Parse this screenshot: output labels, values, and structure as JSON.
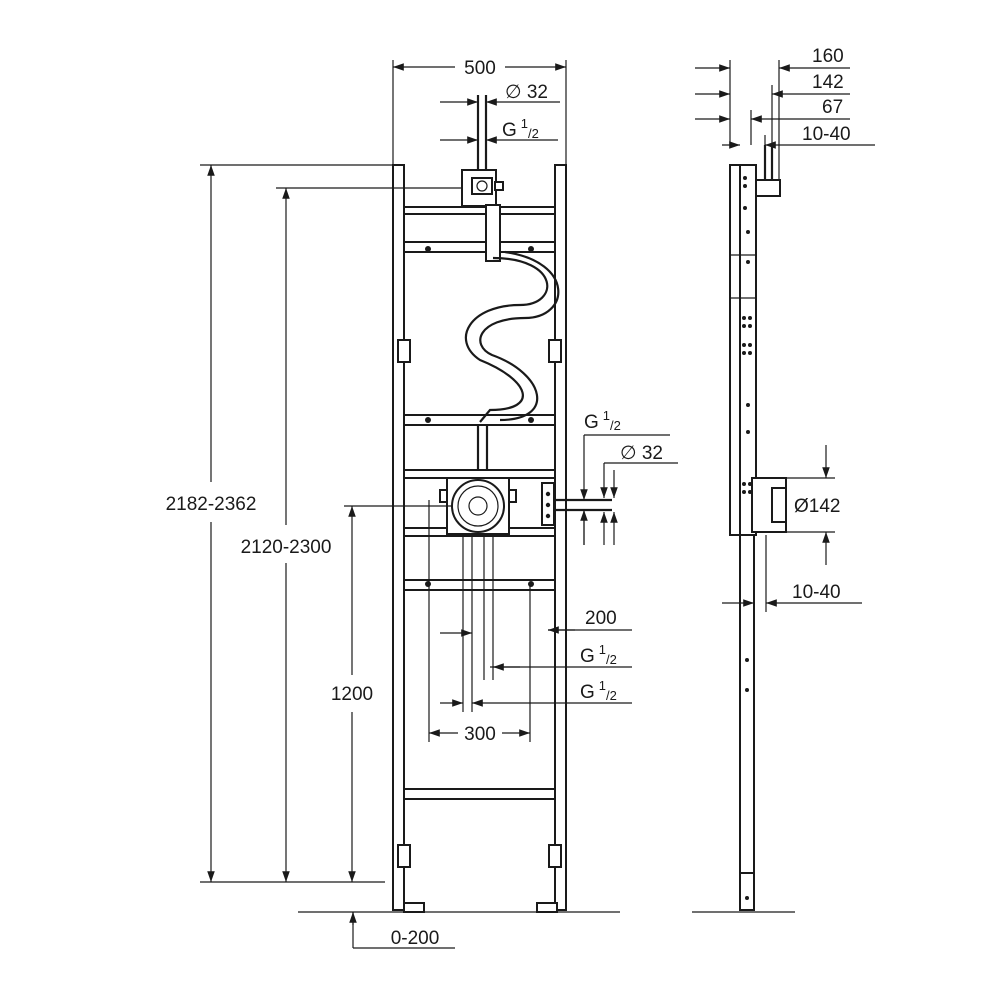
{
  "front": {
    "width_top": "500",
    "pipe_top_diameter": "∅ 32",
    "pipe_top_thread_main": "G",
    "pipe_top_thread_num": "1",
    "pipe_top_thread_den": "/2",
    "height_total": "2182-2362",
    "height_inner": "2120-2300",
    "height_outlet": "1200",
    "floor_adjust": "0-200",
    "side_thread_main": "G",
    "side_thread_num": "1",
    "side_thread_den": "/2",
    "side_diameter": "∅ 32",
    "offset_200": "200",
    "lower_thread1_main": "G",
    "lower_thread1_num": "1",
    "lower_thread1_den": "/2",
    "lower_thread2_main": "G",
    "lower_thread2_num": "1",
    "lower_thread2_den": "/2",
    "spacing_300": "300"
  },
  "side": {
    "depth_160": "160",
    "depth_142": "142",
    "depth_67": "67",
    "depth_top_range": "10-40",
    "box_diameter": "Ø142",
    "depth_bottom_range": "10-40"
  }
}
